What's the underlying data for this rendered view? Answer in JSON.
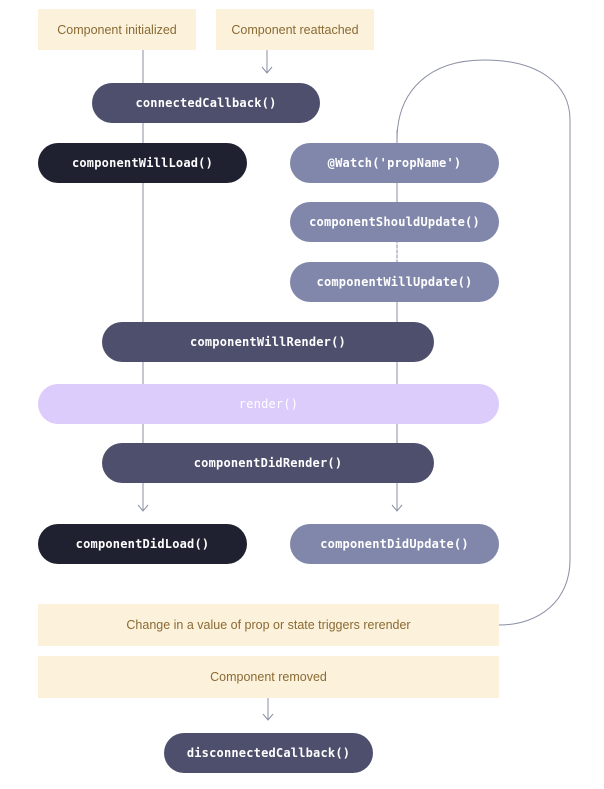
{
  "diagram": {
    "boxes": {
      "component_initialized": "Component initialized",
      "component_reattached": "Component reattached",
      "change_triggers_rerender": "Change in a value of prop or state triggers rerender",
      "component_removed": "Component removed"
    },
    "methods": {
      "connected_callback": "connectedCallback()",
      "component_will_load": "componentWillLoad()",
      "watch_prop": "@Watch('propName')",
      "component_should_update": "componentShouldUpdate()",
      "component_will_update": "componentWillUpdate()",
      "component_will_render": "componentWillRender()",
      "render": "render()",
      "component_did_render": "componentDidRender()",
      "component_did_load": "componentDidLoad()",
      "component_did_update": "componentDidUpdate()",
      "disconnected_callback": "disconnectedCallback()"
    },
    "colors": {
      "note_bg": "#fcf2dc",
      "note_text": "#8a6a33",
      "mid_pill": "#4d4f6d",
      "dark_pill": "#1f2130",
      "light_pill": "#8187aa",
      "render_pill": "#dcccfb",
      "connector": "#8a8fa3"
    }
  }
}
